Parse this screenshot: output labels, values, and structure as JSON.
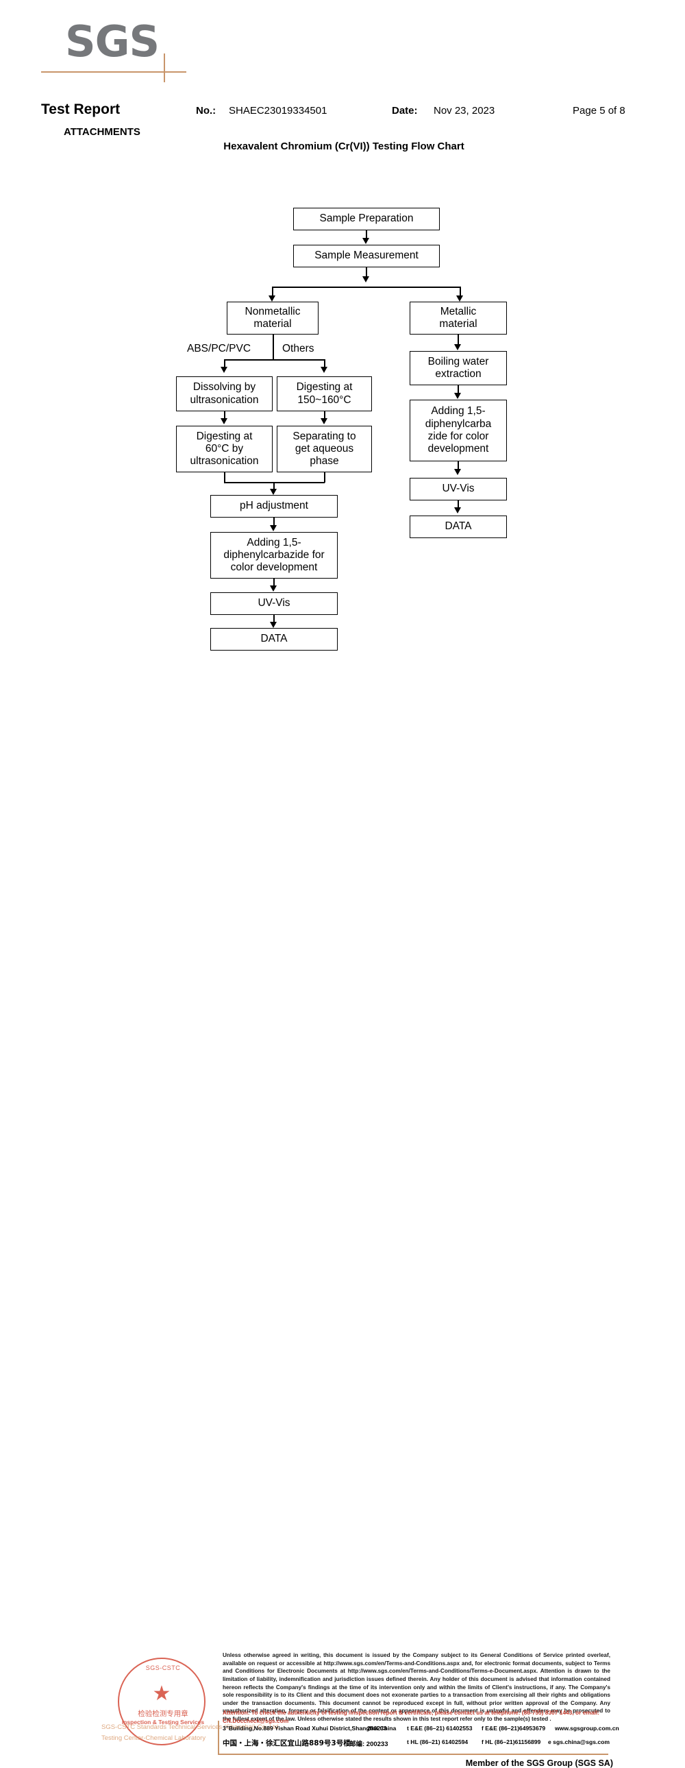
{
  "logo": {
    "text": "SGS",
    "accent_color": "#c8956a",
    "text_color": "#76787b"
  },
  "header": {
    "title": "Test Report",
    "attachments_label": "ATTACHMENTS",
    "no_label": "No.:",
    "no_value": "SHAEC23019334501",
    "date_label": "Date:",
    "date_value": "Nov 23, 2023",
    "page_indicator": "Page 5 of 8",
    "chart_title": "Hexavalent Chromium (Cr(VI)) Testing Flow Chart"
  },
  "flowchart": {
    "nodes": {
      "sample_preparation": "Sample Preparation",
      "sample_measurement": "Sample Measurement",
      "nonmetallic_material": "Nonmetallic\nmaterial",
      "metallic_material": "Metallic\nmaterial",
      "dissolving": "Dissolving by\nultrasonication",
      "digesting_150": "Digesting at\n150~160°C",
      "digesting_60": "Digesting at\n60°C by\nultrasonication",
      "separating": "Separating to\nget aqueous\nphase",
      "ph_adjustment": "pH adjustment",
      "adding_left": "Adding 1,5-\ndiphenylcarbazide for\ncolor development",
      "uv_vis_left": "UV-Vis",
      "data_left": "DATA",
      "boiling_water": "Boiling water\nextraction",
      "adding_right": "Adding 1,5-\ndiphenylcarba\nzide for color\ndevelopment",
      "uv_vis_right": "UV-Vis",
      "data_right": "DATA"
    },
    "edge_labels": {
      "abs_pc_pvc": "ABS/PC/PVC",
      "others": "Others"
    }
  },
  "footer": {
    "seal": {
      "arc_top": "SGS-CSTC",
      "chinese_name": "检验检测专用章",
      "english_name": "Inspection & Testing Services",
      "star": "★",
      "faded_line_1": "SGS-CSTC Standards Technical Services (Shanghai) Co.,Ltd.",
      "faded_line_2": "Testing Center-Chemical Laboratory"
    },
    "disclaimer": "Unless otherwise agreed in writing, this document is issued by the Company subject to its General Conditions of Service printed overleaf, available on request or accessible at http://www.sgs.com/en/Terms-and-Conditions.aspx and, for electronic format documents, subject to Terms and Conditions for Electronic Documents at http://www.sgs.com/en/Terms-and-Conditions/Terms-e-Document.aspx. Attention is drawn to the limitation of liability, indemnification and jurisdiction issues defined therein. Any holder of this document is advised that information contained hereon reflects the Company's findings at the time of its intervention only and within the limits of Client's instructions, if any. The Company's sole responsibility is to its Client and this document does not exonerate parties to a transaction from exercising all their rights and obligations under the transaction documents. This document cannot be reproduced except in full, without prior written approval of the Company. Any unauthorized alteration, forgery or falsification of the content or appearance of this document is unlawful and offenders may be prosecuted to the fullest extent of the law. Unless otherwise stated the results shown in this test report refer only to the sample(s) tested .",
    "attention": "Attention: To check the authenticity of testing /inspection report & certificate, please contact us at telephone: (86-755) 8307 1443, or email: CN.Doccheck@sgs.com",
    "address_en": "3\"Building,No.889 Yishan Road Xuhui District,Shanghai China",
    "address_cn": "中国・上海・徐汇区宜山路889号3号楼",
    "zip_en": "200233",
    "zip_cn": "邮编: 200233",
    "tel_line_1": "t E&E (86–21) 61402553",
    "tel_line_2": "t HL (86–21) 61402594",
    "fax_line_1": "f E&E (86–21)64953679",
    "fax_line_2": "f HL (86–21)61156899",
    "web_line_1": "www.sgsgroup.com.cn",
    "web_line_2": "e sgs.china@sgs.com",
    "member_line": "Member of the SGS Group (SGS SA)"
  }
}
